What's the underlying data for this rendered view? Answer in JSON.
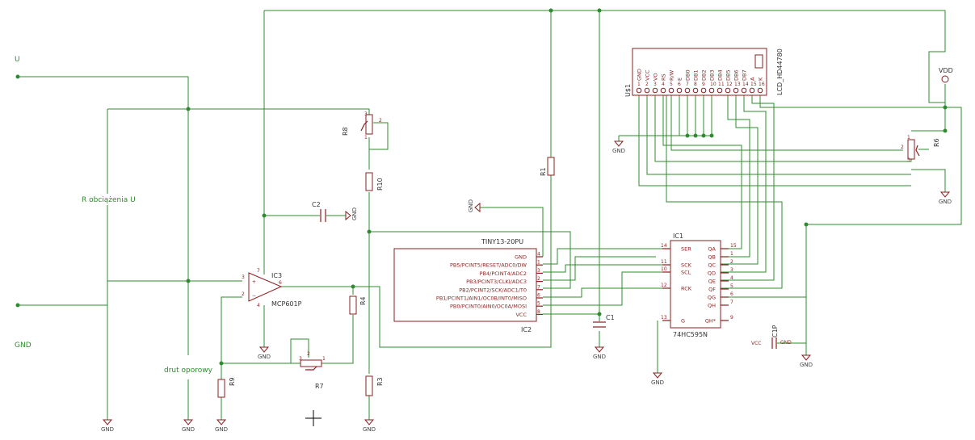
{
  "nets": {
    "u": "U",
    "gnd_in": "GND",
    "r_load": "R obciążenia U",
    "drut": "drut oporowy"
  },
  "gnd": "GND",
  "vdd": "VDD",
  "parts": {
    "r8": "R8",
    "r10": "R10",
    "r1": "R1",
    "r4": "R4",
    "r9": "R9",
    "r3": "R3",
    "r7": "R7",
    "r6": "R6",
    "c2": "C2",
    "c1": "C1",
    "c1p": "C1P",
    "ic3": "IC3",
    "ic3_val": "MCP601P",
    "ic2": "IC2",
    "ic2_val": "TINY13-20PU",
    "ic1": "IC1",
    "ic1_val": "74HC595N",
    "lcd_name": "U$1",
    "lcd_val": "LCD_HD44780",
    "vcc_small": "VCC",
    "gnd_small": "GND"
  },
  "tiny_pins": [
    {
      "num": "4",
      "name": "GND"
    },
    {
      "num": "1",
      "name": "PB5/PCINT5/RESET/ADC0/DW"
    },
    {
      "num": "3",
      "name": "PB4/PCINT4/ADC2"
    },
    {
      "num": "2",
      "name": "PB3/PCINT3/CLKI/ADC3"
    },
    {
      "num": "7",
      "name": "PB2/PCINT2/SCK/ADC1/T0"
    },
    {
      "num": "6",
      "name": "PB1/PCINT1/AIN1/OC0B/INT0/MISO"
    },
    {
      "num": "5",
      "name": "PB0/PCINT0/AIN0/OC0A/MOSI"
    },
    {
      "num": "8",
      "name": "VCC"
    }
  ],
  "sr_left": [
    {
      "num": "14",
      "name": "SER"
    },
    {
      "num": "11",
      "name": "SCK"
    },
    {
      "num": "10",
      "name": "SCL"
    },
    {
      "num": "12",
      "name": "RCK"
    },
    {
      "num": "13",
      "name": "G"
    }
  ],
  "sr_right": [
    {
      "num": "15",
      "name": "QA"
    },
    {
      "num": "1",
      "name": "QB"
    },
    {
      "num": "2",
      "name": "QC"
    },
    {
      "num": "3",
      "name": "QD"
    },
    {
      "num": "4",
      "name": "QE"
    },
    {
      "num": "5",
      "name": "QF"
    },
    {
      "num": "6",
      "name": "QG"
    },
    {
      "num": "7",
      "name": "QH"
    },
    {
      "num": "9",
      "name": "QH*"
    }
  ],
  "lcd_pins": [
    "GND",
    "VCC",
    "VO",
    "RS",
    "R/W",
    "E",
    "DB0",
    "DB1",
    "DB2",
    "DB3",
    "DB4",
    "DB5",
    "DB6",
    "DB7",
    "A",
    "K"
  ],
  "lcd_nums": [
    "1",
    "2",
    "3",
    "4",
    "5",
    "6",
    "7",
    "8",
    "9",
    "10",
    "11",
    "12",
    "13",
    "14",
    "15",
    "16"
  ],
  "pot_pins": {
    "r8_2": "2",
    "r8_3": "3",
    "r8_1": "1",
    "r7_3": "3",
    "r7_2": "2",
    "r7_1": "1",
    "r6_2": "2",
    "r6_3": "3",
    "r6_1": "1"
  },
  "ic3_pins": {
    "p3": "3",
    "p2": "2",
    "p6": "6",
    "p7": "7",
    "p4": "4"
  }
}
